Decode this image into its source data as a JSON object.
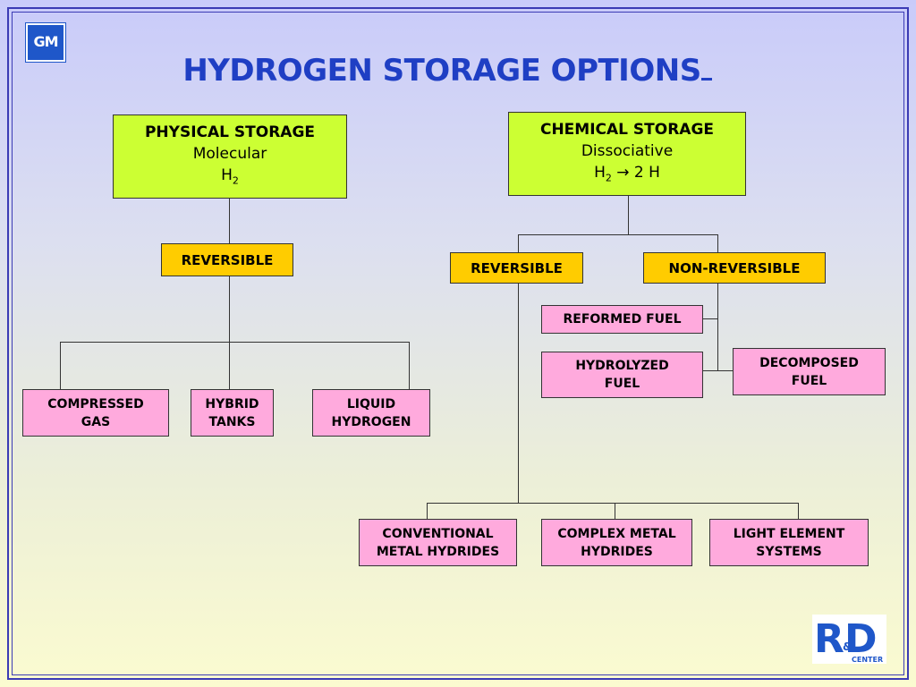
{
  "logo": {
    "text": "GM"
  },
  "title": "HYDROGEN STORAGE OPTIONS",
  "physical": {
    "heading": "PHYSICAL STORAGE",
    "line2": "Molecular",
    "formula_base": "H",
    "formula_sub": "2"
  },
  "chemical": {
    "heading": "CHEMICAL STORAGE",
    "line2": "Dissociative",
    "formula_base": "H",
    "formula_sub": "2",
    "formula_rest": " →  2 H"
  },
  "physical_reversible": "REVERSIBLE",
  "chemical_reversible": "REVERSIBLE",
  "chemical_nonreversible": "NON-REVERSIBLE",
  "physical_options": [
    {
      "line1": "COMPRESSED",
      "line2": "GAS"
    },
    {
      "line1": "HYBRID",
      "line2": "TANKS"
    },
    {
      "line1": "LIQUID",
      "line2": "HYDROGEN"
    }
  ],
  "nonreversible_options": {
    "reformed": "REFORMED FUEL",
    "hydrolyzed": {
      "line1": "HYDROLYZED",
      "line2": "FUEL"
    },
    "decomposed": {
      "line1": "DECOMPOSED",
      "line2": "FUEL"
    }
  },
  "reversible_options": [
    {
      "line1": "CONVENTIONAL",
      "line2": "METAL HYDRIDES"
    },
    {
      "line1": "COMPLEX METAL",
      "line2": "HYDRIDES"
    },
    {
      "line1": "LIGHT ELEMENT",
      "line2": "SYSTEMS"
    }
  ],
  "rd_logo": {
    "letters": "R D",
    "small": "&",
    "center": "CENTER"
  },
  "colors": {
    "title": "#1f3fc4",
    "green_box": "#ccff33",
    "yellow_box": "#ffcc00",
    "pink_box": "#ffaadd"
  }
}
